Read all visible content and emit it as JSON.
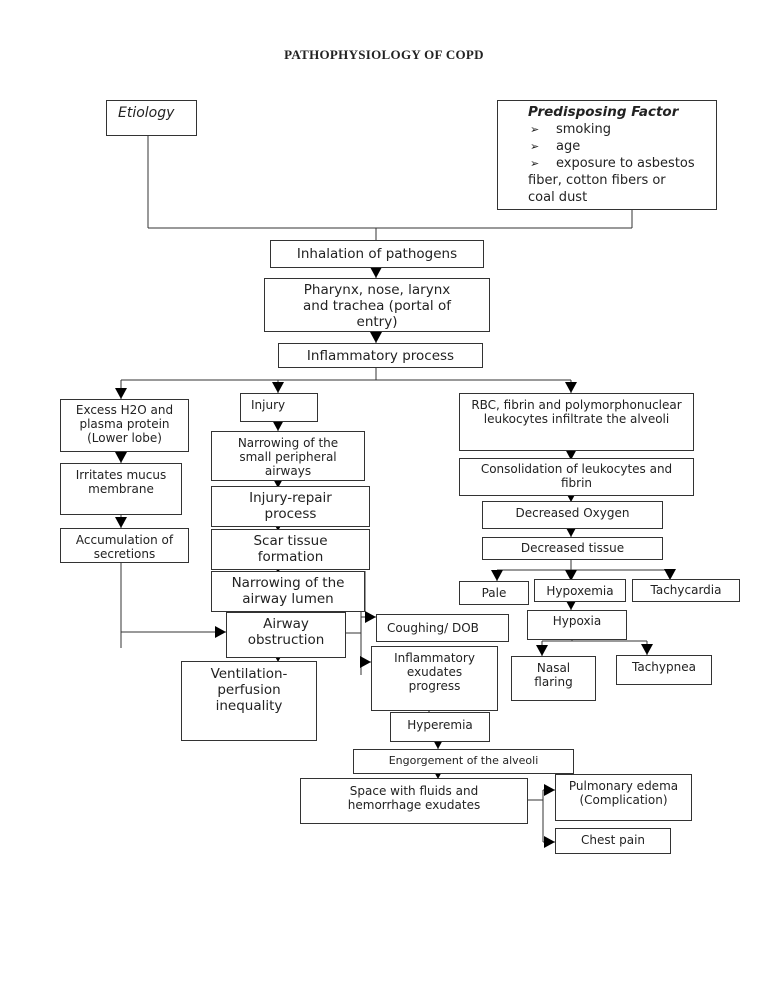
{
  "title": "PATHOPHYSIOLOGY OF COPD",
  "etiology": "Etiology",
  "predisposing": {
    "heading": "Predisposing Factor",
    "items": [
      "smoking",
      "age",
      "exposure to asbestos"
    ],
    "continuation": [
      "fiber, cotton fibers or",
      "coal dust"
    ]
  },
  "nodes": {
    "inhalation": "Inhalation of pathogens",
    "portal": "Pharynx, nose, larynx and trachea (portal of entry)",
    "inflammatory": "Inflammatory process",
    "excess_h2o": "Excess H2O and plasma protein (Lower lobe)",
    "irritates": "Irritates mucus membrane",
    "accumulation": "Accumulation of secretions",
    "injury": "Injury",
    "narrowing_small": "Narrowing of the small peripheral airways",
    "injury_repair": "Injury-repair process",
    "scar": "Scar tissue formation",
    "narrowing_lumen": "Narrowing of the airway lumen",
    "airway_obstruction": "Airway obstruction",
    "vq": "Ventilation-perfusion inequality",
    "coughing": "Coughing/ DOB",
    "exudates": "Inflammatory exudates progress",
    "hyperemia": "Hyperemia",
    "engorgement": "Engorgement of the alveoli",
    "space": "Space with fluids and hemorrhage exudates",
    "pulmonary_edema": "Pulmonary edema (Complication)",
    "chest_pain": "Chest pain",
    "rbc": "RBC, fibrin and polymorphonuclear leukocytes infiltrate the alveoli",
    "consolidation": "Consolidation of leukocytes and fibrin",
    "decreased_oxygen": "Decreased Oxygen",
    "decreased_tissue": "Decreased tissue",
    "pale": "Pale",
    "hypoxemia": "Hypoxemia",
    "tachycardia": "Tachycardia",
    "hypoxia": "Hypoxia",
    "nasal_flaring": "Nasal flaring",
    "tachypnea": "Tachypnea"
  }
}
